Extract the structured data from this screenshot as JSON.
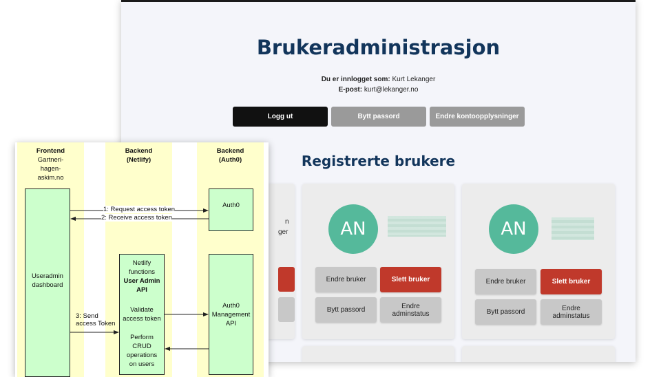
{
  "app": {
    "title": "Brukeradministrasjon",
    "login_label": "Du er innlogget som:",
    "login_name": "Kurt Lekanger",
    "email_label": "E-post:",
    "email_value": "kurt@lekanger.no",
    "buttons": {
      "logout": "Logg ut",
      "change_password": "Bytt passord",
      "edit_account": "Endre kontoopplysninger"
    },
    "section_title": "Registrerte brukere",
    "cards": [
      {
        "avatar": "AN",
        "edit_user": "Endre bruker",
        "delete_user": "Slett bruker",
        "change_password": "Bytt passord",
        "admin_status": "Endre adminstatus"
      },
      {
        "avatar": "AN",
        "edit_user": "Endre bruker",
        "delete_user": "Slett bruker",
        "change_password": "Bytt passord",
        "admin_status": "Endre adminstatus"
      }
    ],
    "partial_card": {
      "line1": "n",
      "line2": "ger"
    }
  },
  "diagram": {
    "lanes": [
      {
        "title": "Frontend",
        "subtitle_lines": [
          "Gartneri-",
          "hagen-",
          "askim.no"
        ]
      },
      {
        "title": "Backend",
        "subtitle_lines": [
          "(Netlify)"
        ]
      },
      {
        "title": "Backend",
        "subtitle_lines": [
          "(Auth0)"
        ]
      }
    ],
    "boxes": {
      "dashboard_lines": [
        "Useradmin",
        "dashboard"
      ],
      "auth0": "Auth0",
      "netlify_lines": [
        "Netlify",
        "functions"
      ],
      "user_admin_api_lines": [
        "User Admin",
        "API"
      ],
      "validate_lines": [
        "Validate",
        "access token"
      ],
      "crud_lines": [
        "Perform",
        "CRUD",
        "operations",
        "on users"
      ],
      "mgmt_lines": [
        "Auth0",
        "Management",
        "API"
      ]
    },
    "arrows": {
      "request": "1: Request access token",
      "receive": "2: Receive access token",
      "send_lines": [
        "3: Send",
        "access Token"
      ]
    }
  }
}
